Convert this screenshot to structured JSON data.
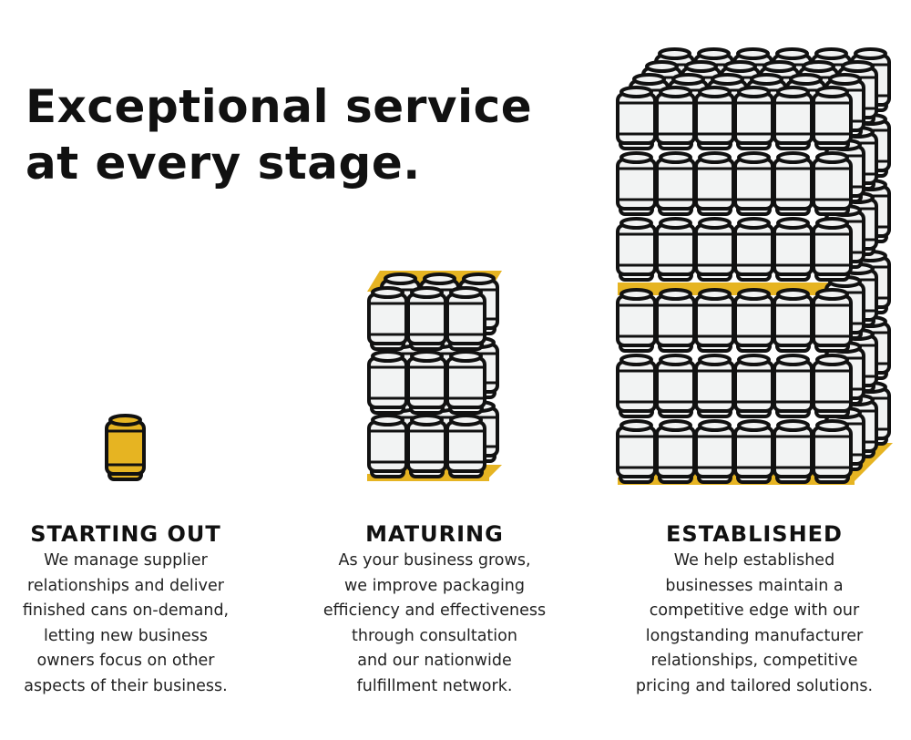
{
  "headline": {
    "line1": "Exceptional service",
    "line2": "at every stage."
  },
  "colors": {
    "accent": "#e6b422",
    "can_fill": "#f2f3f3",
    "outline": "#111111"
  },
  "stages": [
    {
      "title": "STARTING OUT",
      "lines": [
        "We manage supplier",
        "relationships and deliver",
        "finished cans on-demand,",
        "letting new business",
        "owners focus on other",
        "aspects of their business."
      ]
    },
    {
      "title": "MATURING",
      "lines": [
        "As your business grows,",
        "we improve packaging",
        "efficiency and effectiveness",
        "through consultation",
        "and our nationwide",
        "fulfillment network."
      ]
    },
    {
      "title": "ESTABLISHED",
      "lines": [
        "We help established",
        "businesses maintain a",
        "competitive edge with our",
        "longstanding manufacturer",
        "relationships, competitive",
        "pricing and tailored solutions."
      ]
    }
  ]
}
